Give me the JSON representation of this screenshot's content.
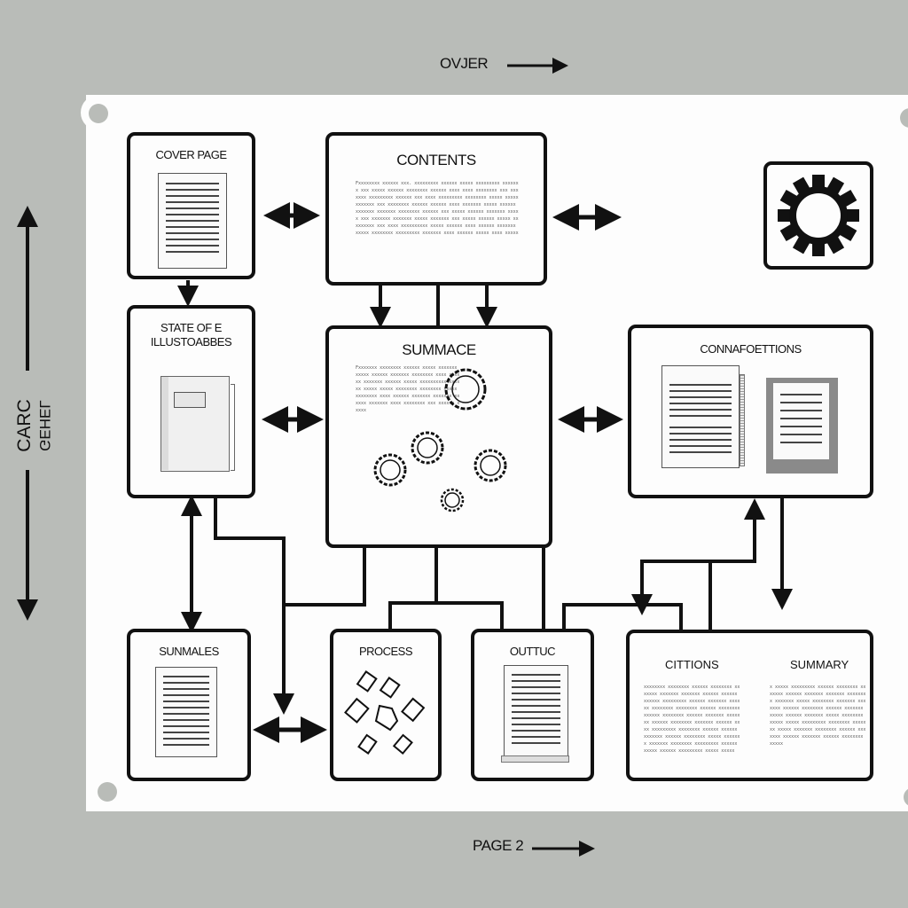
{
  "header": {
    "over_label": "OVJER"
  },
  "footer": {
    "page_label": "PAGE 2"
  },
  "side": {
    "label_line1": "CARC",
    "label_line2": "GEHEL"
  },
  "boxes": {
    "cover": {
      "title": "COVER PAGE"
    },
    "contents": {
      "title": "CONTENTS",
      "body_text": "Fxxxxxxxx xxxxxx xxx. xxxxxxxxx xxxxxx xxxxx xxxxxxxxx xxxxxxx xxx xxxxx xxxxxx xxxxxxxx xxxxxx xxxx xxxx xxxxxxxx xxx xxxxxxx xxxxxxxxx xxxxxx xxx xxxx xxxxxxxxx xxxxxxxx xxxxx xxxxx xxxxxxx xxx xxxxxxxx xxxxxx xxxxxx xxxx xxxxxxx xxxxx xxxxxx xxxxxxx xxxxxxx xxxxxxxx xxxxxx xxx xxxxx xxxxxx xxxxxxx xxxxx xxx xxxxxxx xxxxxxx xxxxx xxxxxxx xxx xxxxx xxxxxx xxxxx xxxxxxxxx xxx xxxx xxxxxxxxxx xxxxx xxxxxx xxxx xxxxxx xxxxxxx xxxxx xxxxxxxx xxxxxxxxx xxxxxxx xxxx xxxxxx xxxxx xxxx xxxxx"
    },
    "state": {
      "title_line1": "STATE OF E",
      "title_line2": "ILLUSTOABBES"
    },
    "summary_main": {
      "title": "SUMMACE",
      "body_text": "Fxxxxxxx xxxxxxxx xxxxxx xxxxx xxxxxxx xxxxx xxxxxx xxxxxxx xxxxxxxx xxxx xxxxxx xxxxxxx xxxxxx xxxxx xxxxxxxxxx xxxxxx xxxxx xxxxx xxxxxxxx xxxxxxxx xxxxx xxxxxxxx xxxx xxxxxx xxxxxxx xxxxxxx xxxxxx xxxxxxx xxxx xxxxxxxx xxx xxxxxx xxxxx"
    },
    "conn": {
      "title": "CONNAFOETTIONS"
    },
    "summales": {
      "title": "SUNMALES"
    },
    "process": {
      "title": "PROCESS"
    },
    "output": {
      "title": "OUTTUC"
    },
    "citations": {
      "left_title": "CITTIONS",
      "right_title": "SUMMARY",
      "left_text": "xxxxxxxx xxxxxxxx xxxxxx xxxxxxxx xxxxxxx xxxxxxx xxxxxxx xxxxxx xxxxxx xxxxxx xxxxxxxxx xxxxxx xxxxxxx xxxxxx xxxxxxxx xxxxxxxx xxxxxx xxxxxxxx xxxxxx xxxxxxxx xxxxxx xxxxxxx xxxxxxx xxxxxx xxxxxxxx xxxxxxx xxxxxx xxxx xxxxxxxxx xxxxxxxx xxxxxx xxxxxx xxxxxxx xxxxxx xxxxxxxx xxxxx xxxxxxx xxxxxxx xxxxxxxx xxxxxxxxx xxxxxx xxxxx xxxxxx xxxxxxxxx xxxxx xxxxx",
      "right_text": "x xxxxx xxxxxxxxx xxxxxx xxxxxxxx xxxxxxx xxxxxx xxxxxxx xxxxxxx xxxxxxxx xxxxxxx xxxxx xxxxxxxx xxxxxxx xxxxxxx xxxxxx xxxxxxxx xxxxxx xxxxxxx xxxxx xxxxxx xxxxxxx xxxxx xxxxxxxx xxxxx xxxxx xxxxxxxxx xxxxxxxx xxxxxxx xxxxx xxxxxxx xxxxxxxx xxxxxx xxxxxxx xxxxxx xxxxxxx xxxxxx xxxxxxxx xxxxx"
    }
  },
  "icons": {
    "settings": "gear-icon"
  },
  "colors": {
    "background": "#b9bcb8",
    "sheet": "#fdfdfd",
    "ink": "#111111",
    "doc_gray": "#8a8a8a"
  }
}
